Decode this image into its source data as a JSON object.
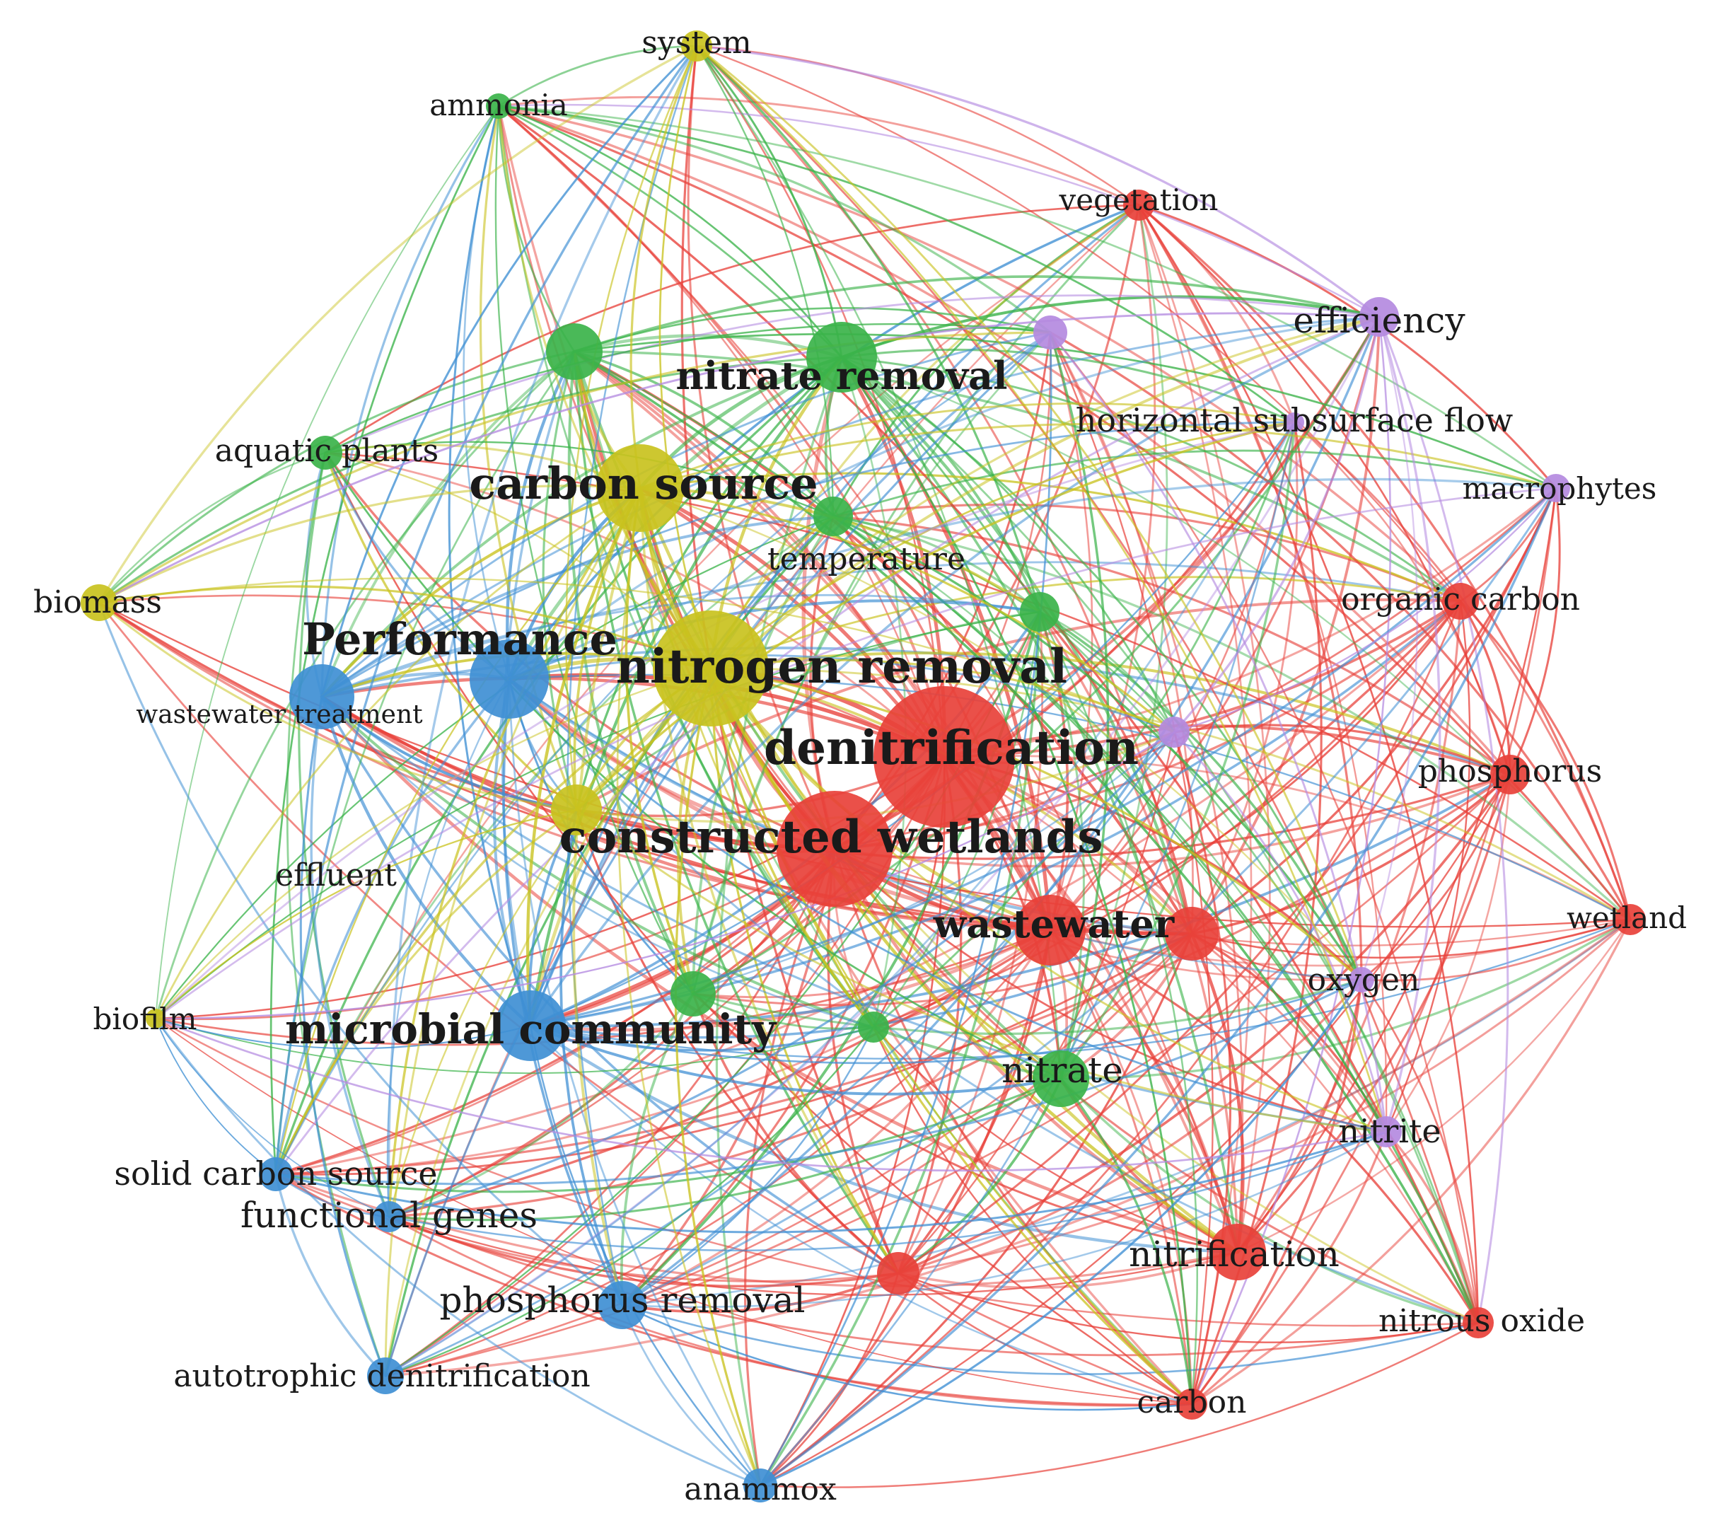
{
  "diagram": {
    "type": "keyword co-occurrence network",
    "clusters": {
      "red": "#e8413a",
      "green": "#3bb34a",
      "blue": "#3f8fd4",
      "yellow": "#c9c21e",
      "purple": "#b48ae0"
    },
    "nodes": [
      {
        "id": "denitrification",
        "label": "denitrification",
        "cluster": "red",
        "weight": 10
      },
      {
        "id": "constructed_wetlands",
        "label": "constructed wetlands",
        "cluster": "red",
        "weight": 9
      },
      {
        "id": "wastewater",
        "label": "wastewater",
        "cluster": "red",
        "weight": 6
      },
      {
        "id": "wastewater_b",
        "label": "",
        "cluster": "red",
        "weight": 4
      },
      {
        "id": "vegetation",
        "label": "vegetation",
        "cluster": "red",
        "weight": 2
      },
      {
        "id": "organic_carbon",
        "label": "organic carbon",
        "cluster": "red",
        "weight": 3
      },
      {
        "id": "phosphorus",
        "label": "phosphorus",
        "cluster": "red",
        "weight": 3
      },
      {
        "id": "wetland",
        "label": "wetland",
        "cluster": "red",
        "weight": 2
      },
      {
        "id": "nitrification",
        "label": "nitrification",
        "cluster": "red",
        "weight": 4
      },
      {
        "id": "nitrous_oxide",
        "label": "nitrous oxide",
        "cluster": "red",
        "weight": 2
      },
      {
        "id": "carbon",
        "label": "carbon",
        "cluster": "red",
        "weight": 2
      },
      {
        "id": "red_unlabeled",
        "label": "",
        "cluster": "red",
        "weight": 3
      },
      {
        "id": "nitrate_removal",
        "label": "nitrate removal",
        "cluster": "green",
        "weight": 6
      },
      {
        "id": "green_unlabeled_1",
        "label": "",
        "cluster": "green",
        "weight": 4
      },
      {
        "id": "ammonia",
        "label": "ammonia",
        "cluster": "green",
        "weight": 2
      },
      {
        "id": "aquatic_plants",
        "label": "aquatic plants",
        "cluster": "green",
        "weight": 2
      },
      {
        "id": "temperature",
        "label": "temperature",
        "cluster": "green",
        "weight": 3
      },
      {
        "id": "green_unlabeled_2",
        "label": "",
        "cluster": "green",
        "weight": 3
      },
      {
        "id": "nitrate",
        "label": "nitrate",
        "cluster": "green",
        "weight": 4
      },
      {
        "id": "green_unlabeled_3",
        "label": "",
        "cluster": "green",
        "weight": 3
      },
      {
        "id": "green_unlabeled_4",
        "label": "",
        "cluster": "green",
        "weight": 2
      },
      {
        "id": "performance",
        "label": "Performance",
        "cluster": "blue",
        "weight": 6
      },
      {
        "id": "wastewater_treatment",
        "label": "wastewater treatment",
        "cluster": "blue",
        "weight": 4
      },
      {
        "id": "microbial_community",
        "label": "microbial community",
        "cluster": "blue",
        "weight": 5
      },
      {
        "id": "solid_carbon_source",
        "label": "solid carbon source",
        "cluster": "blue",
        "weight": 2
      },
      {
        "id": "functional_genes",
        "label": "functional genes",
        "cluster": "blue",
        "weight": 2
      },
      {
        "id": "phosphorus_removal",
        "label": "phosphorus removal",
        "cluster": "blue",
        "weight": 3
      },
      {
        "id": "autotrophic_denitrification",
        "label": "autotrophic denitrification",
        "cluster": "blue",
        "weight": 2
      },
      {
        "id": "anammox",
        "label": "anammox",
        "cluster": "blue",
        "weight": 2
      },
      {
        "id": "system",
        "label": "system",
        "cluster": "yellow",
        "weight": 2
      },
      {
        "id": "carbon_source",
        "label": "carbon source",
        "cluster": "yellow",
        "weight": 6
      },
      {
        "id": "nitrogen_removal",
        "label": "nitrogen removal",
        "cluster": "yellow",
        "weight": 8
      },
      {
        "id": "biomass",
        "label": "biomass",
        "cluster": "yellow",
        "weight": 2
      },
      {
        "id": "effluent",
        "label": "effluent",
        "cluster": "yellow",
        "weight": 3
      },
      {
        "id": "biofilm",
        "label": "biofilm",
        "cluster": "yellow",
        "weight": 1
      },
      {
        "id": "efficiency",
        "label": "efficiency",
        "cluster": "purple",
        "weight": 3
      },
      {
        "id": "purple_unlabeled_1",
        "label": "",
        "cluster": "purple",
        "weight": 2
      },
      {
        "id": "horizontal_subsurface_flow",
        "label": "horizontal subsurface flow",
        "cluster": "purple",
        "weight": 2
      },
      {
        "id": "macrophytes",
        "label": "macrophytes",
        "cluster": "purple",
        "weight": 2
      },
      {
        "id": "purple_unlabeled_2",
        "label": "",
        "cluster": "purple",
        "weight": 2
      },
      {
        "id": "oxygen",
        "label": "oxygen",
        "cluster": "purple",
        "weight": 2
      },
      {
        "id": "nitrite",
        "label": "nitrite",
        "cluster": "purple",
        "weight": 2
      }
    ]
  }
}
